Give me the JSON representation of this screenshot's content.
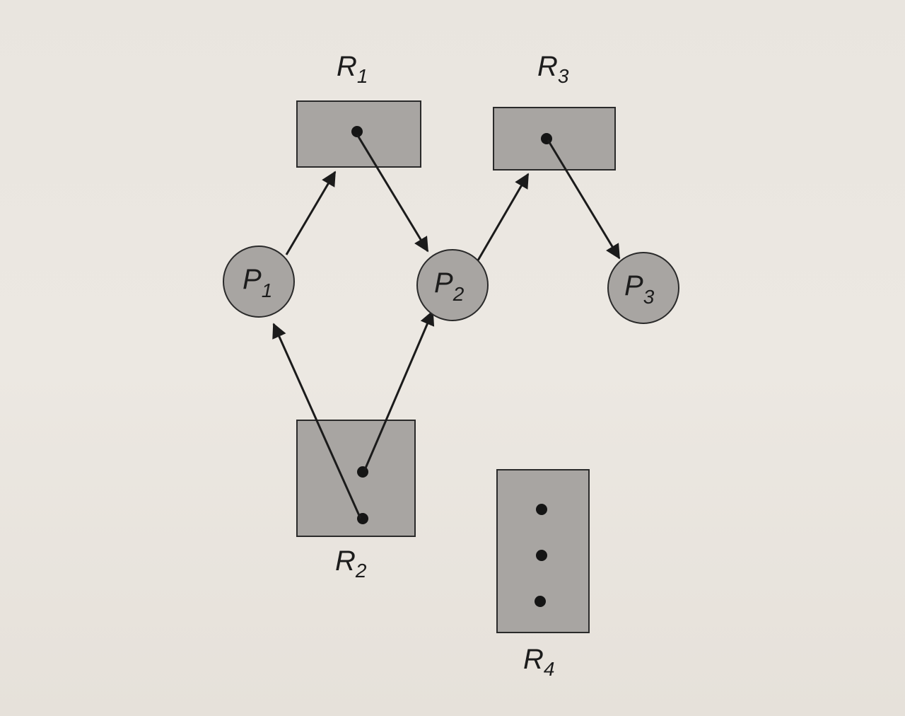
{
  "diagram": {
    "resources": [
      {
        "id": "R1",
        "name": "R",
        "sub": "1",
        "instances": 1
      },
      {
        "id": "R2",
        "name": "R",
        "sub": "2",
        "instances": 2
      },
      {
        "id": "R3",
        "name": "R",
        "sub": "3",
        "instances": 1
      },
      {
        "id": "R4",
        "name": "R",
        "sub": "4",
        "instances": 3
      }
    ],
    "processes": [
      {
        "id": "P1",
        "name": "P",
        "sub": "1"
      },
      {
        "id": "P2",
        "name": "P",
        "sub": "2"
      },
      {
        "id": "P3",
        "name": "P",
        "sub": "3"
      }
    ],
    "edges": [
      {
        "from": "P1",
        "to": "R1",
        "type": "request"
      },
      {
        "from": "R1",
        "to": "P2",
        "type": "assignment"
      },
      {
        "from": "P2",
        "to": "R3",
        "type": "request"
      },
      {
        "from": "R3",
        "to": "P3",
        "type": "assignment"
      },
      {
        "from": "R2",
        "to": "P1",
        "type": "assignment"
      },
      {
        "from": "R2",
        "to": "P2",
        "type": "assignment"
      }
    ],
    "colors": {
      "shape_fill": "#a8a5a2",
      "stroke": "#1b1b1b",
      "background": "#ebe7e1"
    }
  }
}
